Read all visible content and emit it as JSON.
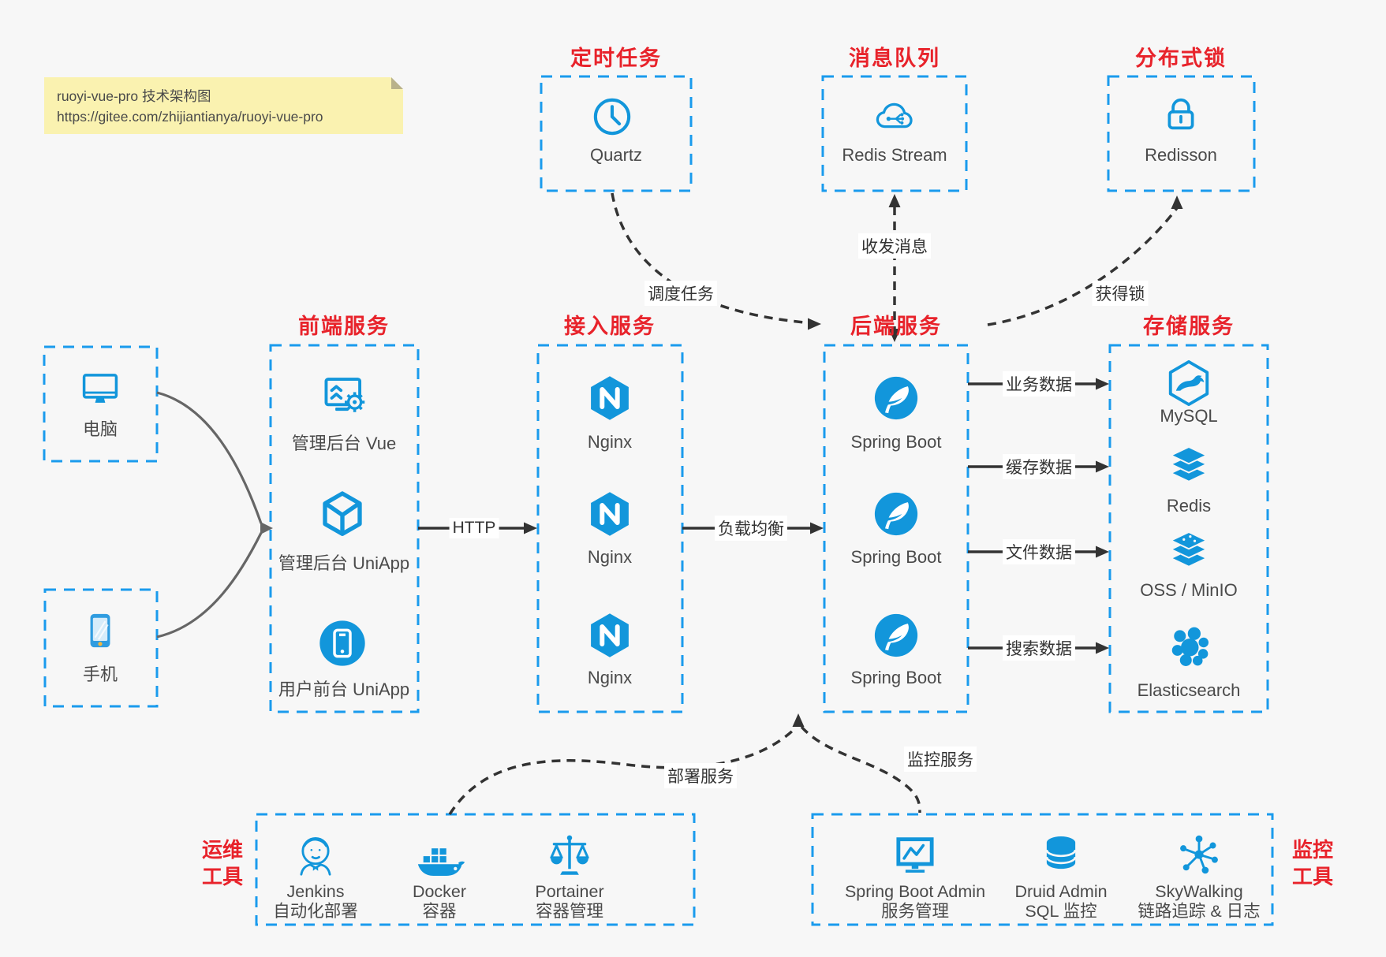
{
  "note": {
    "line1": "ruoyi-vue-pro 技术架构图",
    "line2": "https://gitee.com/zhijiantianya/ruoyi-vue-pro"
  },
  "colors": {
    "accent_blue": "#1a9bed",
    "icon_blue": "#1296db",
    "title_red": "#e8232b",
    "arrow_dark": "#333333",
    "device_arrow_gray": "#666666",
    "note_bg": "#faf2b0",
    "canvas_bg": "#f7f7f7"
  },
  "sections": {
    "timer": {
      "title": "定时任务",
      "node": {
        "label": "Quartz",
        "icon": "clock-icon"
      }
    },
    "mq": {
      "title": "消息队列",
      "node": {
        "label": "Redis Stream",
        "icon": "cloud-message-icon"
      }
    },
    "lock": {
      "title": "分布式锁",
      "node": {
        "label": "Redisson",
        "icon": "lock-icon"
      }
    },
    "clients": {
      "pc": {
        "label": "电脑",
        "icon": "desktop-icon"
      },
      "mobile": {
        "label": "手机",
        "icon": "smartphone-icon"
      }
    },
    "frontend": {
      "title": "前端服务",
      "nodes": [
        {
          "label": "管理后台 Vue",
          "icon": "admin-dashboard-icon"
        },
        {
          "label": "管理后台 UniApp",
          "icon": "cube-icon"
        },
        {
          "label": "用户前台 UniApp",
          "icon": "mobile-app-icon"
        }
      ]
    },
    "gateway": {
      "title": "接入服务",
      "nodes": [
        {
          "label": "Nginx",
          "icon": "nginx-icon"
        },
        {
          "label": "Nginx",
          "icon": "nginx-icon"
        },
        {
          "label": "Nginx",
          "icon": "nginx-icon"
        }
      ]
    },
    "backend": {
      "title": "后端服务",
      "nodes": [
        {
          "label": "Spring Boot",
          "icon": "spring-boot-icon"
        },
        {
          "label": "Spring Boot",
          "icon": "spring-boot-icon"
        },
        {
          "label": "Spring Boot",
          "icon": "spring-boot-icon"
        }
      ]
    },
    "storage": {
      "title": "存储服务",
      "nodes": [
        {
          "label": "MySQL",
          "icon": "mysql-icon"
        },
        {
          "label": "Redis",
          "icon": "redis-stack-icon"
        },
        {
          "label": "OSS / MinIO",
          "icon": "storage-stack-icon"
        },
        {
          "label": "Elasticsearch",
          "icon": "elasticsearch-icon"
        }
      ]
    },
    "ops": {
      "title_line1": "运维",
      "title_line2": "工具",
      "nodes": [
        {
          "label": "Jenkins",
          "sublabel": "自动化部署",
          "icon": "jenkins-icon"
        },
        {
          "label": "Docker",
          "sublabel": "容器",
          "icon": "docker-whale-icon"
        },
        {
          "label": "Portainer",
          "sublabel": "容器管理",
          "icon": "scales-icon"
        }
      ]
    },
    "monitoring": {
      "title_line1": "监控",
      "title_line2": "工具",
      "nodes": [
        {
          "label": "Spring Boot Admin",
          "sublabel": "服务管理",
          "icon": "monitor-chart-icon"
        },
        {
          "label": "Druid Admin",
          "sublabel": "SQL 监控",
          "icon": "database-icon"
        },
        {
          "label": "SkyWalking",
          "sublabel": "链路追踪 & 日志",
          "icon": "topology-icon"
        }
      ]
    }
  },
  "edges": {
    "schedule_job": "调度任务",
    "send_receive_message": "收发消息",
    "acquire_lock": "获得锁",
    "http": "HTTP",
    "load_balance": "负载均衡",
    "business_data": "业务数据",
    "cache_data": "缓存数据",
    "file_data": "文件数据",
    "search_data": "搜索数据",
    "deploy_service": "部署服务",
    "monitor_service": "监控服务"
  }
}
